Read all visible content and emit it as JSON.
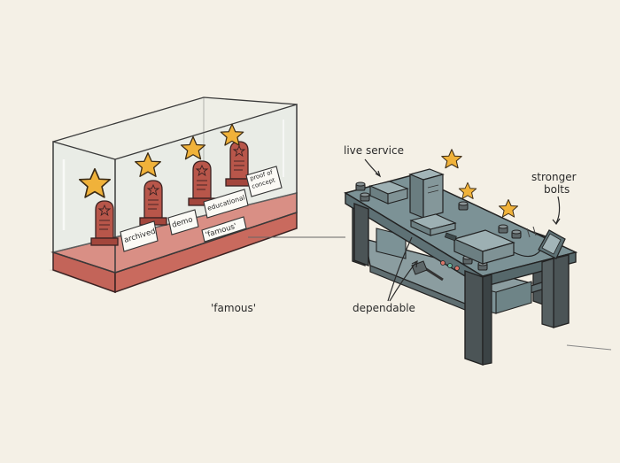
{
  "showcase": {
    "labels": {
      "archived": "archived",
      "demo": "demo",
      "educational": "educational",
      "proof_line1": "proof of",
      "proof_line2": "concept",
      "base_sign": "'famous'"
    },
    "caption": "'famous'"
  },
  "workbench": {
    "live_service": "live service",
    "stronger_line1": "stronger",
    "stronger_line2": "bolts",
    "dependable": "dependable"
  },
  "colors": {
    "background": "#f4f0e6",
    "star": "#f0b23a",
    "trophy": "#b8564a",
    "case_base": "#d9776a",
    "bench_top": "#7c9296",
    "bench_leg": "#4b5456",
    "ink": "#2a2a2a"
  }
}
